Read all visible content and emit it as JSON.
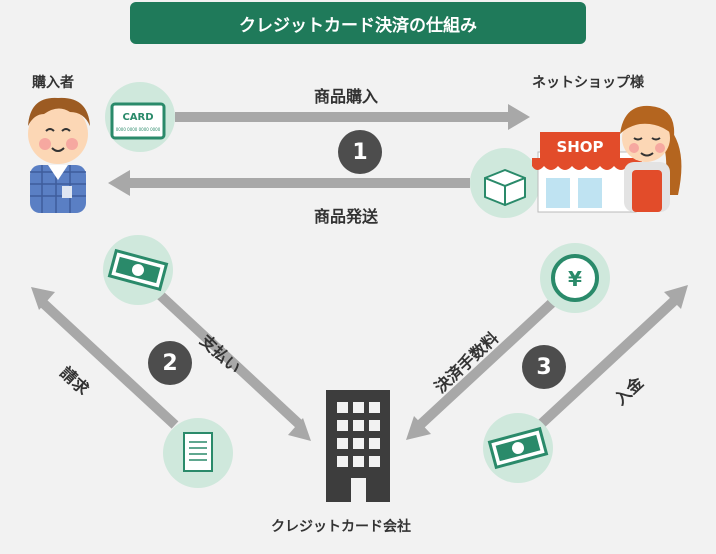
{
  "title": "クレジットカード決済の仕組み",
  "buyer": {
    "label": "購入者"
  },
  "shop": {
    "label": "ネットショップ様",
    "sign": "SHOP"
  },
  "company": {
    "label": "クレジットカード会社"
  },
  "card": {
    "text": "CARD",
    "number": "0000 0000 0000 0000"
  },
  "flows": {
    "purchase": "商品購入",
    "shipping": "商品発送",
    "payment": "支払い",
    "billing": "請求",
    "fee": "決済手数料",
    "deposit": "入金"
  },
  "steps": [
    "1",
    "2",
    "3"
  ],
  "yen_symbol": "¥",
  "colors": {
    "accent": "#1f7a5a",
    "badge": "#cfe8dc",
    "arrow": "#a8a8a8",
    "step": "#4d4d4d"
  }
}
